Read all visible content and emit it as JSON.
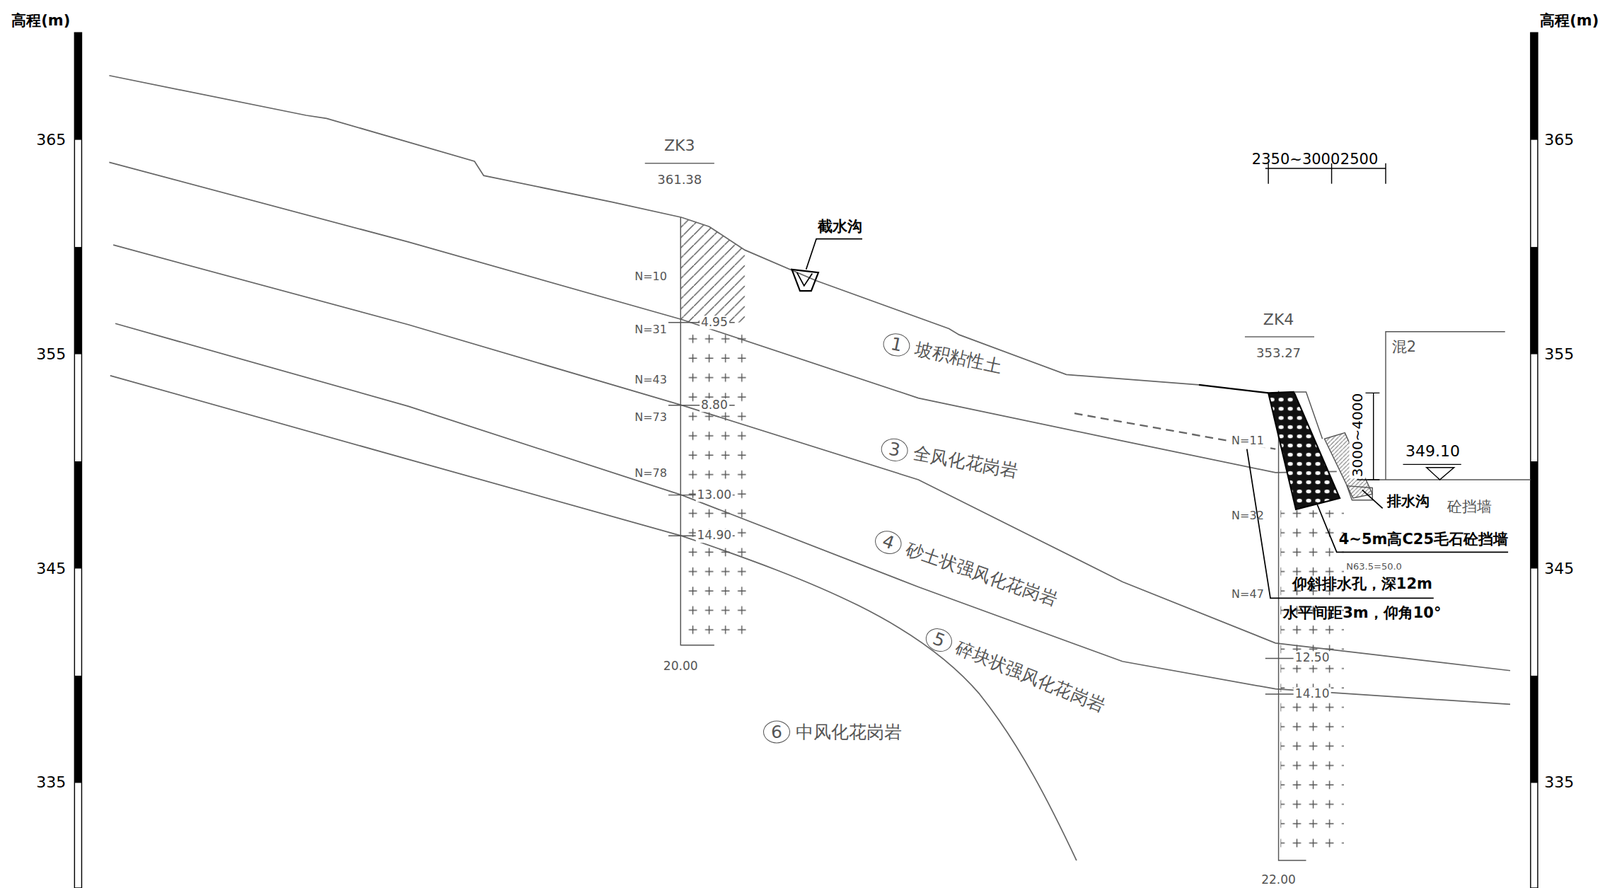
{
  "diagram": {
    "nodes": [
      {
        "text": [
          "1",
          "坡积粘性土"
        ]
      },
      {
        "text": [
          "3",
          "全风化花岗岩"
        ]
      },
      {
        "text": [
          "4",
          "砂土状强风化花岗岩"
        ]
      },
      {
        "text": [
          "5",
          "碎块状强风化花岗岩"
        ]
      },
      {
        "text": [
          "6",
          "中风化花岗岩"
        ]
      }
    ],
    "labels": [
      "高程(m)",
      "高程(m)",
      "365",
      "355",
      "345",
      "335",
      "365",
      "355",
      "345",
      "335",
      "ZK3",
      "361.38",
      "4.95",
      "8.80",
      "13.00",
      "14.90",
      "20.00",
      "N=10",
      "N=31",
      "N=43",
      "N=73",
      "N=78",
      "ZK4",
      "353.27",
      "N=11",
      "N=32",
      "N=47",
      "N63.5=50.0",
      "12.50",
      "14.10",
      "22.00",
      "截水沟",
      "2350~3000",
      "2500",
      "3000~4000",
      "349.10",
      "混2",
      "排水沟",
      "砼挡墙",
      "4~5m高C25毛石砼挡墙",
      "仰斜排水孔，深12m",
      "水平间距3m，仰角10°"
    ]
  }
}
